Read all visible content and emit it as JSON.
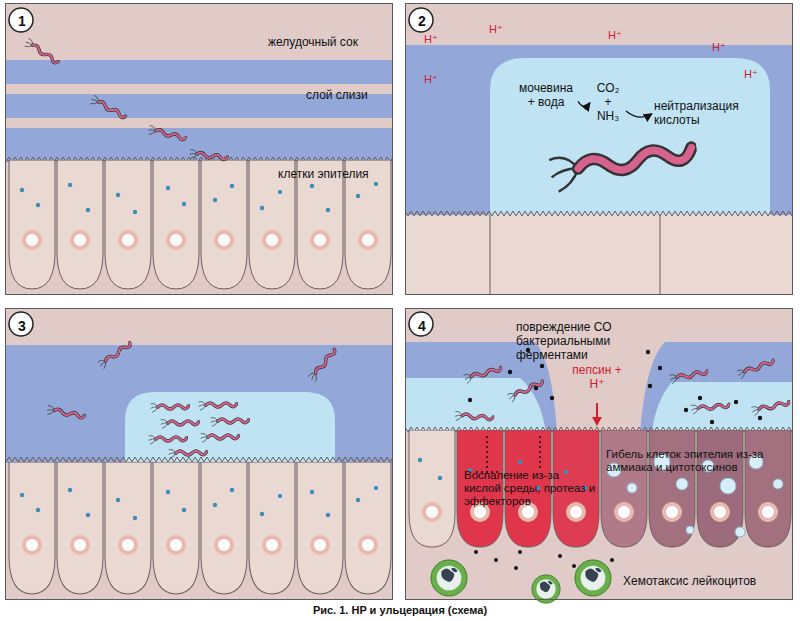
{
  "diagram": {
    "caption": "Рис. 1. HP и ульцерация (схема)",
    "nodes": [
      {
        "text": [
          "1",
          "желудочный сок",
          "слой слизи",
          "клетки эпителия"
        ]
      },
      {
        "text": [
          "2",
          "H⁺",
          "H⁺",
          "H⁺",
          "H⁺",
          "H⁺",
          "H⁺"
        ]
      },
      {
        "text": [
          "мочевина + вода"
        ],
        "in": 1
      },
      {
        "text": [
          "CO₂ + NH₃"
        ],
        "in": 1
      },
      {
        "text": [
          "нейтрализация кислоты"
        ],
        "in": 1
      },
      {
        "text": [
          "3"
        ]
      },
      {
        "text": [
          "4",
          "повреждение СО бактериальными ферментами",
          "пепсин + H⁺",
          "Воспаление из-за кислой среды, протеаз и эффекторов",
          "Гибель клеток эпителия из-за аммиака и цитотоксинов",
          "Хемотаксис лейкоцитов"
        ]
      }
    ],
    "edges": [
      {
        "from": 2,
        "to": 3,
        "arrow": "to"
      },
      {
        "from": 3,
        "to": 4,
        "arrow": "to"
      }
    ]
  }
}
